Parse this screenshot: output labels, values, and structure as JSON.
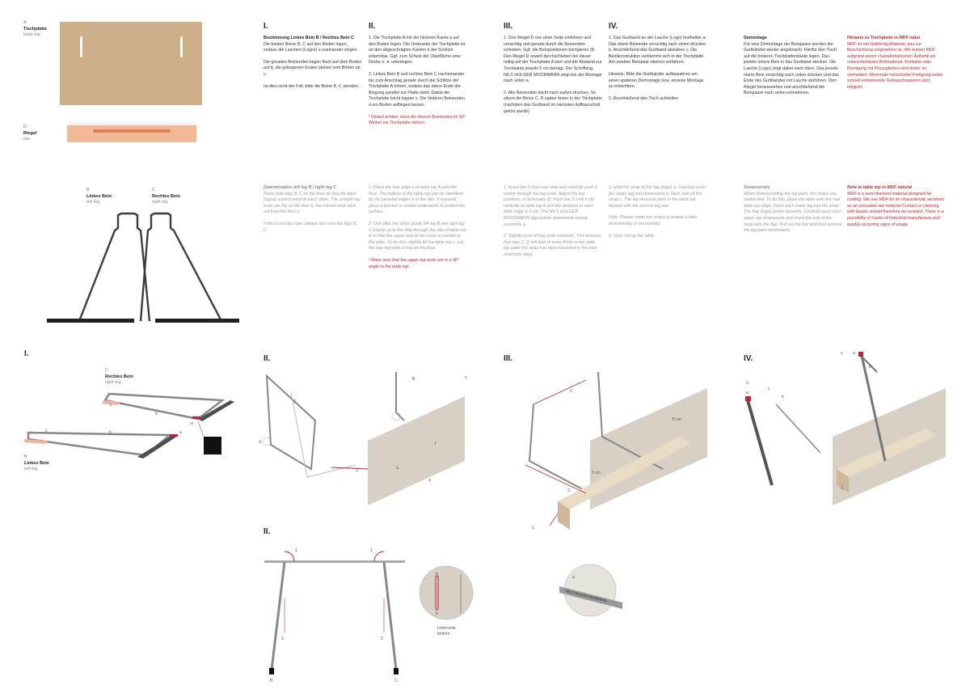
{
  "parts": {
    "table_top": {
      "key": "A",
      "name": "Tischplatte",
      "en": "table top"
    },
    "bar": {
      "key": "D",
      "name": "Riegel",
      "en": "bar"
    },
    "left_leg": {
      "key": "B",
      "name": "Linkes Bein",
      "en": "left leg"
    },
    "right_leg": {
      "key": "C",
      "name": "Rechtes Bein",
      "en": "right leg"
    }
  },
  "steps_de": [
    {
      "heading": "I.",
      "title": "Bestimmung Linkes Bein B / Rechtes Bein C",
      "paragraphs": [
        "Die beiden Beine B, C auf den Boden legen, sodass die Laschen (Logos) a zueinander zeigen.",
        "Die geraden Beinenden liegen flach auf dem Boden auf b, die gebogenen Enden stehen vom Boden ab c.",
        "Ist dies nicht der Fall, bitte die Beine B, C wenden."
      ]
    },
    {
      "heading": "II.",
      "paragraphs": [
        "1. Die Tischplatte A mit der hinteren Kante a auf den Boden legen. Die Unterseite der Tischplatte ist an den abgeschrägten Kanten b der Schlitze erkennbar. Ggf. zum Schutz der Oberfläche eine Decke o. ä. unterlegen.",
        "2. Linkes Bein B und rechtes Bein C nacheinander bis zum Anschlag gerade durch die Schlitze der Tischplatte A führen, sodass das obere Ende der Biegung parallel zur Platte steht. Dabei die Tischplatte leicht kippen c. Die hinteren Beinenden d am Boden aufliegen lassen."
      ],
      "warning": "! Darauf achten, dass die oberen Beinenden im 90° Winkel zur Tischplatte stehen."
    },
    {
      "heading": "III.",
      "paragraphs": [
        "1. Den Riegel D von einer Seite einführen und vorsichtig und gerade durch die Beinenden schieben. Ggf. die Beinpositionen korrigieren (f). Den Riegel D soweit durchschieben bis dieser mittig auf der Tischplatte A sitzt und der Abstand zur Tischkante jeweils 5 cm beträgt. Der Schriftzug NILS HOLGER MOORMANN zeigt bei der Montage nach unten a.",
        "2. Alle Beinenden leicht nach außen drücken. So sitzen die Beine C, D später fester in der Tischplatte (nachdem das Gurtband im nächsten Aufbauschritt gelöst wurde)."
      ]
    },
    {
      "heading": "IV.",
      "paragraphs": [
        "1. Das Gurtband an der Lasche (Logo) festhalten a. Das obere Beinende vorsichtig nach unten drücken b. Anschließend das Gurtband abziehen c. Die Beinkonstruktion verklemmt sich in der Tischplatte. Am zweiten Beinpaar ebenso verfahren.",
        "Hinweis: Bitte die Gurtbänder aufbewahren um einen späteren Demontage bzw. erneute Montage zu erleichtern.",
        "2. Anschließend den Tisch aufstellen."
      ]
    },
    {
      "title": "Demontage",
      "paragraphs": [
        "Für eine Demontage der Beinpaare werden die Gurtbänder wieder angebracht. Hierfür den Tisch auf die hinteren Tischplattenkante legen. Das jeweils untere Bein in das Gurtband stecken. Die Lasche (Logo) zeigt dabei nach oben. Das jeweils obere Bein vorsichtig nach unten drücken und das Ende des Gurtbandes mit Lasche einführen. Den Riegel herausziehen und anschließend die Beinpaare nach unten entnehmen."
      ]
    },
    {
      "title": "Hinweis zu Tischplatte in MDF natur",
      "paragraphs": [
        "MDF ist ein Halbfertig-Material, das zur Beschichtung vorgesehen ist. Wir nutzen MDF aufgrund seiner charakteristischen Ästhetik als unbeschichtetes Rohmaterial. Kontakte oder Reinigung mit Flüssigkeiten sind daher zu vermeiden. Merkmale industrieller Fertigung sowie schnell entstehende Gebrauchsspuren sind möglich."
      ]
    }
  ],
  "steps_en": [
    {
      "title": "Determination left leg B / right leg C",
      "paragraphs": [
        "Place both legs B, C on the floor so that the flaps (logos) a point towards each other. The straight leg ends are flat on the floor b, the curved ends stick out from the floor c.",
        "If this is not the case, please turn over the legs B, C."
      ]
    },
    {
      "paragraphs": [
        "1. Place the rear edge a of table top A onto the floor. The bottom of the table top can be identified by the bevelled edges b of the slits. If required, place a blanket or similar underneath to protect the surface.",
        "2. One after the other, guide left leg B and right leg C evenly up to the stop through the slits of table top A so that the upper end of the curve is parallel to the plate. To do this, slightly tilt the table top c. Let the rear leg ends d rest on the floor."
      ],
      "warning": "! Make sure that the upper leg ends are in a 90° angle to the table top."
    },
    {
      "paragraphs": [
        "1. Insert bar D from one side and carefully push it evenly through the leg ends. Adjust the leg positions, if necessary (f). Push bar D until it sits centrally to table top A and the distance to each table edge is 5 cm. The NILS HOLGER MOORMANN logo points downwards during assembly a.",
        "2. Slightly push all leg ends outwards. This ensures that legs C, D will later fit more firmly in the table top (after the strap has been loosened in the next assembly step)."
      ]
    },
    {
      "paragraphs": [
        "1. Hold the strap at the flap (logo) a. Carefully push the upper leg end downwards b. Next, pull off the strap c. The leg structure jams in the table top. Repeat with the second leg pair.",
        "Note: Please retain the straps to enable a later disassembly or reassembly.",
        "2. Next, set up the table."
      ]
    },
    {
      "title": "Disassembly",
      "paragraphs": [
        "When disassembling the leg pairs, the straps are reattached. To do this, place the table onto the rear table top edge. Insert each lower leg into the strap. The flap (logo) points upwards. Carefully push each upper leg downwards and insert the end of the strap with the flap. Pull out the bar and then remove the leg pairs downwards."
      ]
    },
    {
      "title": "Note to table top in MDF natural",
      "paragraphs": [
        "MDF is a semi-finished material designed for coating. We use MDF for its characteristic aesthetic as an uncoated raw material Contact or cleaning with liquids should therefore be avoided. There is a possibility of marks of industrial manufacture and quickly occurring signs of usage."
      ]
    }
  ],
  "diagrams": {
    "step1": {
      "heading": "I.",
      "labels": [
        "a",
        "a",
        "b",
        "b",
        "c",
        "c"
      ]
    },
    "step2": {
      "heading": "II.",
      "labels": [
        "B",
        "C",
        "a",
        "c",
        "d",
        "f",
        "1.",
        "2."
      ]
    },
    "step2b": {
      "heading": "II.",
      "labels": [
        "1",
        "1",
        "2.",
        "2.",
        "B",
        "C",
        "b",
        "b"
      ],
      "detail_de": "Unterseite",
      "detail_en": "bottom"
    },
    "step3": {
      "heading": "III.",
      "labels": [
        "2.",
        "2.",
        "1.",
        "5 cm",
        "5 cm",
        "a"
      ],
      "strap_text": "NILS HOLGER MOORMANN"
    },
    "step4": {
      "heading": "IV.",
      "labels": [
        "a",
        "b",
        "c",
        "a",
        "b",
        "c",
        "2.",
        "1."
      ]
    }
  },
  "colors": {
    "accent": "#c0262f",
    "mdf": "#c9ad84",
    "wood": "#f0b58f",
    "steel": "#3a3d44"
  }
}
